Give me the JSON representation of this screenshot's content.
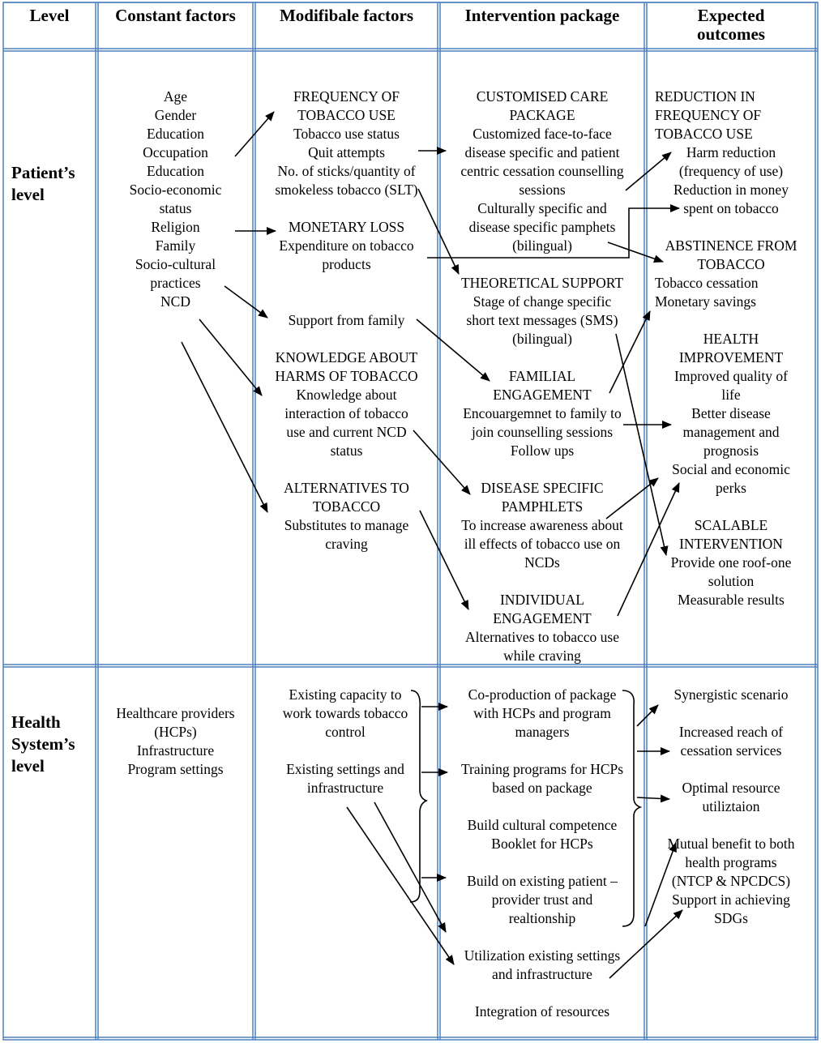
{
  "headers": {
    "level": "Level",
    "constant": "Constant factors",
    "modifiable": "Modifibale factors",
    "intervention": "Intervention package",
    "outcomes_1": "Expected",
    "outcomes_2": "outcomes"
  },
  "patient": {
    "label_1": "Patient’s",
    "label_2": "level",
    "constant_factors": [
      "Age",
      "Gender",
      "Education",
      "Occupation",
      "Education",
      "Socio-economic",
      "status",
      "Religion",
      "Family",
      "Socio-cultural",
      "practices",
      "NCD"
    ],
    "modifiable": {
      "frequency": [
        "FREQUENCY OF",
        "TOBACCO USE",
        "Tobacco use status",
        "Quit attempts",
        "No. of sticks/quantity of",
        "smokeless tobacco (SLT)"
      ],
      "monetary": [
        "MONETARY LOSS",
        "Expenditure on tobacco",
        "products"
      ],
      "support": [
        "Support from family"
      ],
      "knowledge": [
        "KNOWLEDGE ABOUT",
        "HARMS OF TOBACCO",
        "Knowledge about",
        "interaction of tobacco",
        "use and current NCD",
        "status"
      ],
      "alternatives": [
        "ALTERNATIVES TO",
        "TOBACCO",
        "Substitutes to manage",
        "craving"
      ]
    },
    "intervention": {
      "customised": [
        "CUSTOMISED CARE",
        "PACKAGE",
        "Customized face-to-face",
        "disease specific and patient",
        "centric cessation counselling",
        "sessions",
        "Culturally specific and",
        "disease specific pamphets",
        "(bilingual)"
      ],
      "theoretical": [
        "THEORETICAL SUPPORT",
        "Stage of change specific",
        "short text messages (SMS)",
        "(bilingual)"
      ],
      "familial": [
        "FAMILIAL",
        "ENGAGEMENT",
        "Encouargemnet to family to",
        "join counselling sessions",
        "Follow ups"
      ],
      "pamphlets": [
        "DISEASE SPECIFIC",
        "PAMPHLETS",
        "To increase awareness about",
        "ill effects of tobacco use on",
        "NCDs"
      ],
      "individual": [
        "INDIVIDUAL",
        "ENGAGEMENT",
        "Alternatives to tobacco use",
        "while craving"
      ]
    },
    "outcomes": {
      "reduction": [
        "REDUCTION IN",
        "FREQUENCY OF",
        "TOBACCO USE"
      ],
      "reduction_details": [
        "Harm reduction",
        "(frequency of use)",
        "Reduction in money",
        "spent on tobacco"
      ],
      "abstinence": [
        "ABSTINENCE FROM",
        "TOBACCO"
      ],
      "abstinence_details": [
        "Tobacco cessation",
        "Monetary savings"
      ],
      "health": [
        "HEALTH",
        "IMPROVEMENT",
        "Improved quality of",
        "life",
        "Better disease",
        "management and",
        "prognosis",
        "Social and economic",
        "perks"
      ],
      "scalable": [
        "SCALABLE",
        "INTERVENTION",
        "Provide one roof-one",
        "solution",
        "Measurable results"
      ]
    }
  },
  "health_system": {
    "label_1": "Health",
    "label_2": "System’s",
    "label_3": "level",
    "constant_factors": [
      "Healthcare providers",
      "(HCPs)",
      "Infrastructure",
      "Program settings"
    ],
    "modifiable": {
      "capacity": [
        "Existing capacity to",
        "work towards tobacco",
        "control"
      ],
      "settings": [
        "Existing settings and",
        "infrastructure"
      ]
    },
    "intervention": {
      "coproduction": [
        "Co-production of package",
        "with HCPs and program",
        "managers"
      ],
      "training": [
        "Training programs for HCPs",
        "based on package"
      ],
      "cultural": [
        "Build cultural competence",
        "Booklet for HCPs"
      ],
      "trust": [
        "Build on existing patient –",
        "provider  trust and",
        "realtionship"
      ],
      "utilization": [
        "Utilization existing settings",
        "and infrastructure"
      ],
      "integration": [
        "Integration of resources"
      ]
    },
    "outcomes": {
      "synergistic": [
        "Synergistic scenario"
      ],
      "reach": [
        "Increased reach of",
        "cessation services"
      ],
      "optimal": [
        "Optimal resource",
        "utiliztaion"
      ],
      "mutual": [
        "Mutual benefit to both",
        "health programs",
        "(NTCP & NPCDCS)",
        "Support in achieving",
        "SDGs"
      ]
    }
  },
  "colors": {
    "border": "#4f81bd",
    "ink": "#000000"
  }
}
